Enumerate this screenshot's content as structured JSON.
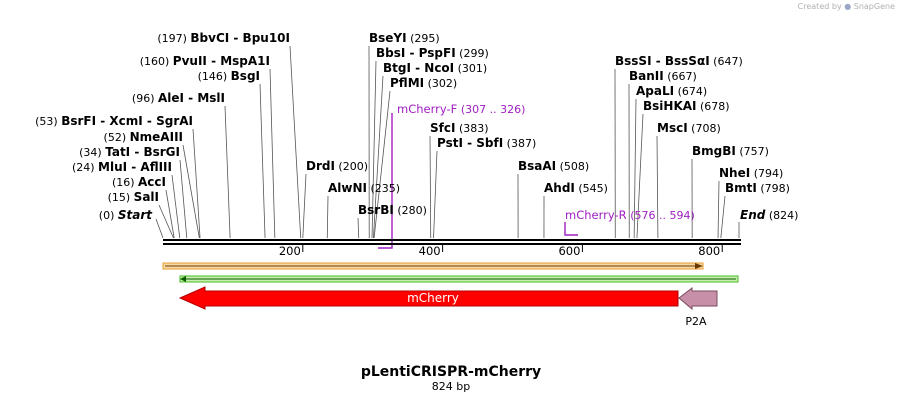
{
  "credit": {
    "prefix": "Created by",
    "brand": "SnapGene"
  },
  "map": {
    "name": "pLentiCRISPR-mCherry",
    "length": 824,
    "size_label": "824 bp"
  },
  "ruler": {
    "ticks": [
      200,
      400,
      600,
      800
    ]
  },
  "enzymes": [
    {
      "names": [
        "BbvCI",
        "Bpu10I"
      ],
      "pos": 197,
      "label": "(197)"
    },
    {
      "names": [
        "PvuII",
        "MspA1I"
      ],
      "pos": 160,
      "label": "(160)"
    },
    {
      "names": [
        "BsgI"
      ],
      "pos": 146,
      "label": "(146)"
    },
    {
      "names": [
        "AleI",
        "MslI"
      ],
      "pos": 96,
      "label": "(96)"
    },
    {
      "names": [
        "BsrFI",
        "XcmI",
        "SgrAI"
      ],
      "pos": 53,
      "label": "(53)"
    },
    {
      "names": [
        "NmeAIII"
      ],
      "pos": 52,
      "label": "(52)"
    },
    {
      "names": [
        "TatI",
        "BsrGI"
      ],
      "pos": 34,
      "label": "(34)"
    },
    {
      "names": [
        "MluI",
        "AflIII"
      ],
      "pos": 24,
      "label": "(24)"
    },
    {
      "names": [
        "AccI"
      ],
      "pos": 16,
      "label": "(16)"
    },
    {
      "names": [
        "SalI"
      ],
      "pos": 15,
      "label": "(15)"
    },
    {
      "names": [
        "BseYI"
      ],
      "pos": 295,
      "label": "(295)"
    },
    {
      "names": [
        "BbsI",
        "PspFI"
      ],
      "pos": 299,
      "label": "(299)"
    },
    {
      "names": [
        "BtgI",
        "NcoI"
      ],
      "pos": 301,
      "label": "(301)"
    },
    {
      "names": [
        "PflMI"
      ],
      "pos": 302,
      "label": "(302)"
    },
    {
      "names": [
        "DrdI"
      ],
      "pos": 200,
      "label": "(200)"
    },
    {
      "names": [
        "AlwNI"
      ],
      "pos": 235,
      "label": "(235)"
    },
    {
      "names": [
        "BsrBI"
      ],
      "pos": 280,
      "label": "(280)"
    },
    {
      "names": [
        "SfcI"
      ],
      "pos": 383,
      "label": "(383)"
    },
    {
      "names": [
        "PstI",
        "SbfI"
      ],
      "pos": 387,
      "label": "(387)"
    },
    {
      "names": [
        "BsaAI"
      ],
      "pos": 508,
      "label": "(508)"
    },
    {
      "names": [
        "AhdI"
      ],
      "pos": 545,
      "label": "(545)"
    },
    {
      "names": [
        "BssSI",
        "BssSαI"
      ],
      "pos": 647,
      "label": "(647)"
    },
    {
      "names": [
        "BanII"
      ],
      "pos": 667,
      "label": "(667)"
    },
    {
      "names": [
        "ApaLI"
      ],
      "pos": 674,
      "label": "(674)"
    },
    {
      "names": [
        "BsiHKAI"
      ],
      "pos": 678,
      "label": "(678)"
    },
    {
      "names": [
        "MscI"
      ],
      "pos": 708,
      "label": "(708)"
    },
    {
      "names": [
        "BmgBI"
      ],
      "pos": 757,
      "label": "(757)"
    },
    {
      "names": [
        "NheI"
      ],
      "pos": 794,
      "label": "(794)"
    },
    {
      "names": [
        "BmtI"
      ],
      "pos": 798,
      "label": "(798)"
    }
  ],
  "ends": [
    {
      "name": "Start",
      "label": "(0)"
    },
    {
      "name": "End",
      "label": "(824)"
    }
  ],
  "primers": [
    {
      "name": "mCherry-F",
      "range": "(307 .. 326)",
      "direction": "forward"
    },
    {
      "name": "mCherry-R",
      "range": "(576 .. 594)",
      "direction": "reverse"
    }
  ],
  "features": [
    {
      "name": "mCherry",
      "color": "#ff0000",
      "direction": "reverse"
    },
    {
      "name": "P2A",
      "color": "#c890a8",
      "direction": "reverse"
    }
  ],
  "colors": {
    "orange_bar": "#e8a030",
    "green_bar": "#44bb22"
  }
}
